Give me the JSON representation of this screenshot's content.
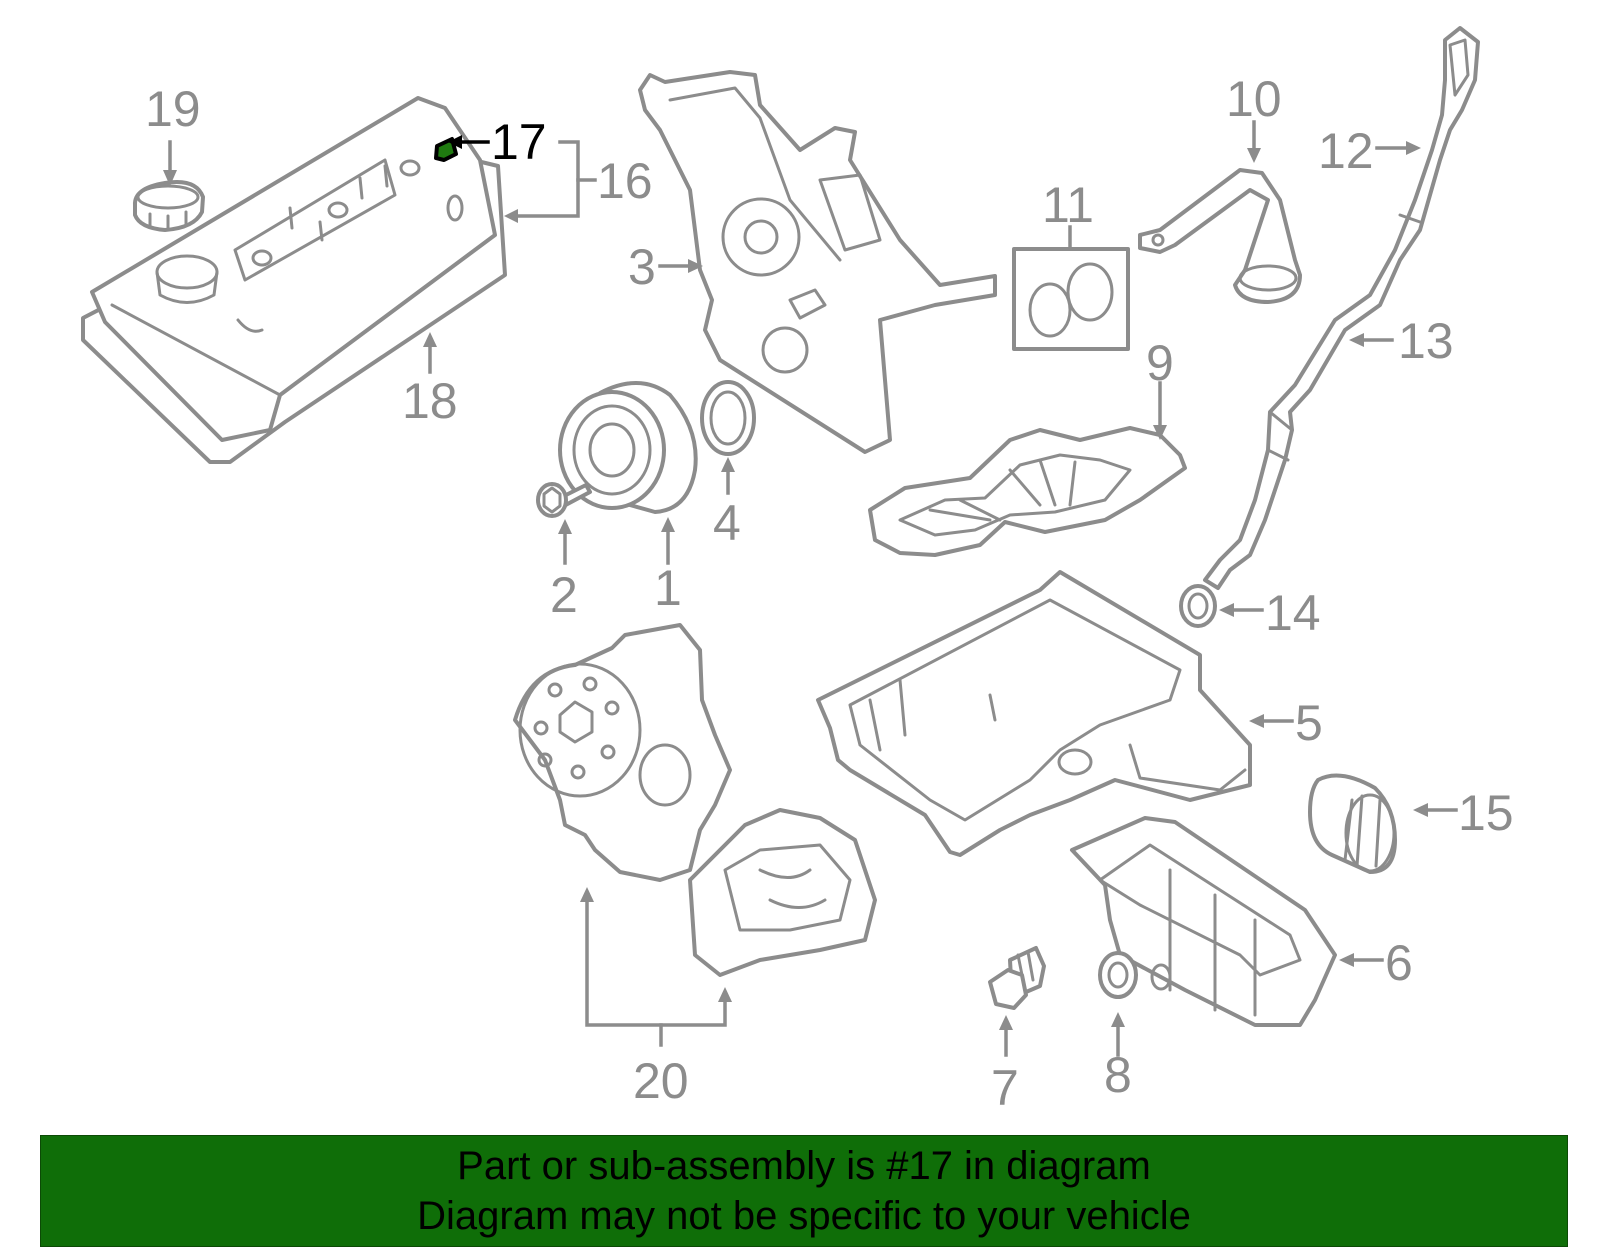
{
  "colors": {
    "line_art": "#8c8c8c",
    "highlight_part": "#1f7a10",
    "banner_background": "#0f6e08",
    "text": "#000000",
    "background": "#ffffff"
  },
  "diagram": {
    "highlighted_callout": "17",
    "callouts": {
      "c1": "1",
      "c2": "2",
      "c3": "3",
      "c4": "4",
      "c5": "5",
      "c6": "6",
      "c7": "7",
      "c8": "8",
      "c9": "9",
      "c10": "10",
      "c11": "11",
      "c12": "12",
      "c13": "13",
      "c14": "14",
      "c15": "15",
      "c16": "16",
      "c17": "17",
      "c18": "18",
      "c19": "19",
      "c20": "20"
    }
  },
  "banner": {
    "line1": "Part or sub-assembly is #17 in diagram",
    "line2": "Diagram may not be specific to your vehicle"
  }
}
